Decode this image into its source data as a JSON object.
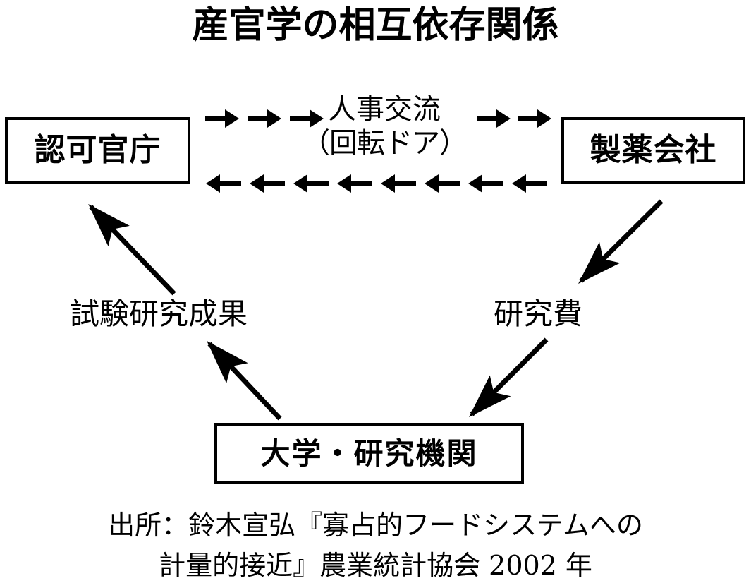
{
  "diagram": {
    "title": "産官学の相互依存関係",
    "nodes": [
      {
        "id": "agency",
        "label": "認可官庁"
      },
      {
        "id": "pharma",
        "label": "製薬会社"
      },
      {
        "id": "university",
        "label": "大学・研究機関"
      }
    ],
    "center_exchange": {
      "line1": "人事交流",
      "line2": "（回転ドア）"
    },
    "arrow_rows": {
      "top_left": {
        "direction": "right",
        "count": 3,
        "icon": "arrow-right-icon"
      },
      "top_right": {
        "direction": "right",
        "count": 2,
        "icon": "arrow-right-icon"
      },
      "bottom": {
        "direction": "left",
        "count": 8,
        "icon": "arrow-left-icon"
      }
    },
    "flow_labels": [
      {
        "id": "results",
        "label": "試験研究成果",
        "from": "university",
        "to": "agency"
      },
      {
        "id": "funding",
        "label": "研究費",
        "from": "pharma",
        "to": "university"
      }
    ],
    "source": {
      "line1": "出所：鈴木宣弘『寡占的フードシステムへの",
      "line2": "計量的接近』農業統計協会 2002 年"
    },
    "colors": {
      "stroke": "#000000",
      "background": "#ffffff"
    }
  }
}
